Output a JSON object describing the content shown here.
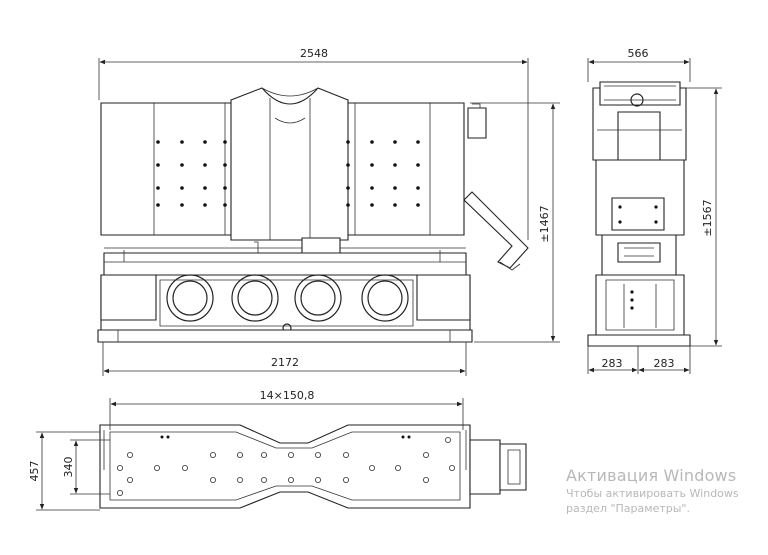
{
  "dimensions": {
    "overall_width": "2548",
    "side_width": "566",
    "frame_length": "2172",
    "body_height": "±1467",
    "total_height": "±1567",
    "side_left": "283",
    "side_right": "283",
    "pitch": "14×150,8",
    "base_width": "457",
    "inner_width": "340"
  },
  "watermark": {
    "title": "Активация Windows",
    "line1": "Чтобы активировать Windows",
    "line2": "раздел \"Параметры\"."
  }
}
